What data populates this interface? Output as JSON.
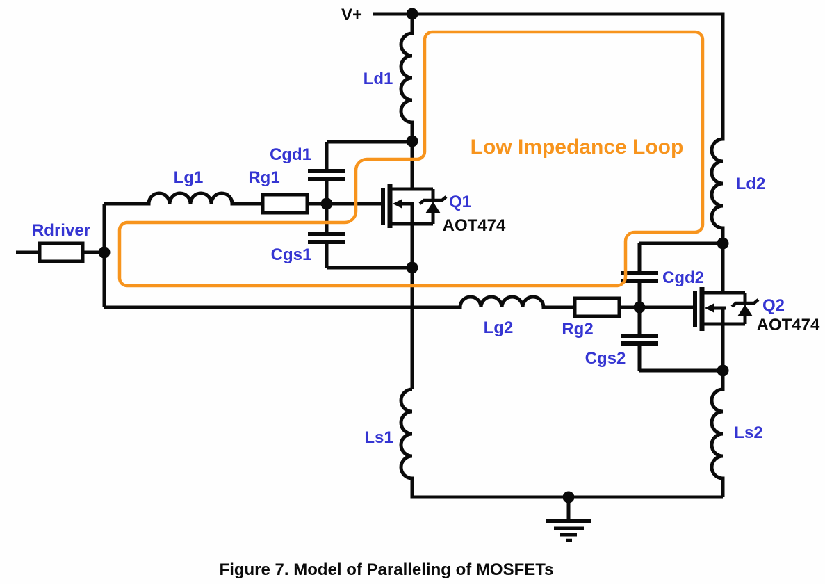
{
  "figure": {
    "caption": "Figure 7. Model of Paralleling of MOSFETs"
  },
  "annotations": {
    "supply": "V+",
    "loop": "Low Impedance Loop",
    "ground": "earth-ground-symbol"
  },
  "labels": {
    "rdriver": "Rdriver",
    "lg1": "Lg1",
    "rg1": "Rg1",
    "cgd1": "Cgd1",
    "cgs1": "Cgs1",
    "ld1": "Ld1",
    "ls1": "Ls1",
    "q1": "Q1",
    "q1_part": "AOT474",
    "lg2": "Lg2",
    "rg2": "Rg2",
    "cgd2": "Cgd2",
    "cgs2": "Cgs2",
    "ld2": "Ld2",
    "ls2": "Ls2",
    "q2": "Q2",
    "q2_part": "AOT474"
  },
  "components": [
    {
      "id": "Rdriver",
      "type": "resistor",
      "label": "Rdriver"
    },
    {
      "id": "Lg1",
      "type": "inductor",
      "label": "Lg1"
    },
    {
      "id": "Rg1",
      "type": "resistor",
      "label": "Rg1"
    },
    {
      "id": "Cgd1",
      "type": "capacitor",
      "label": "Cgd1"
    },
    {
      "id": "Cgs1",
      "type": "capacitor",
      "label": "Cgs1"
    },
    {
      "id": "Ld1",
      "type": "inductor",
      "label": "Ld1"
    },
    {
      "id": "Ls1",
      "type": "inductor",
      "label": "Ls1"
    },
    {
      "id": "Q1",
      "type": "n-channel-mosfet-with-body-diode",
      "label": "Q1",
      "part": "AOT474"
    },
    {
      "id": "Lg2",
      "type": "inductor",
      "label": "Lg2"
    },
    {
      "id": "Rg2",
      "type": "resistor",
      "label": "Rg2"
    },
    {
      "id": "Cgd2",
      "type": "capacitor",
      "label": "Cgd2"
    },
    {
      "id": "Cgs2",
      "type": "capacitor",
      "label": "Cgs2"
    },
    {
      "id": "Ld2",
      "type": "inductor",
      "label": "Ld2"
    },
    {
      "id": "Ls2",
      "type": "inductor",
      "label": "Ls2"
    },
    {
      "id": "Q2",
      "type": "n-channel-mosfet-with-body-diode",
      "label": "Q2",
      "part": "AOT474"
    }
  ],
  "colors": {
    "label_blue": "#3535d2",
    "loop_orange": "#f7941d",
    "wire": "#0a0a0a"
  }
}
